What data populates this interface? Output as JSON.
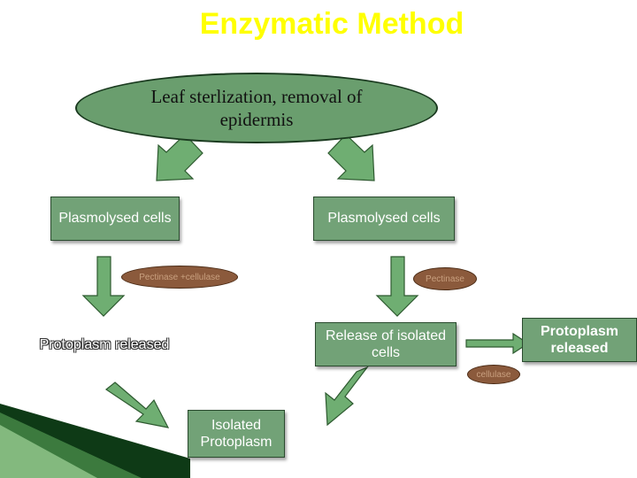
{
  "title": "Enzymatic Method",
  "start_node": "Leaf sterlization, removal of epidermis",
  "left_branch": {
    "cells": "Plasmolysed cells",
    "enzyme": "Pectinase +cellulase",
    "result": "Protoplasm released"
  },
  "right_branch": {
    "cells": "Plasmolysed cells",
    "enzyme": "Pectinase",
    "result": "Release of isolated cells",
    "enzyme2": "cellulase",
    "result2": "Protoplasm released"
  },
  "end_node": "Isolated Protoplasm"
}
